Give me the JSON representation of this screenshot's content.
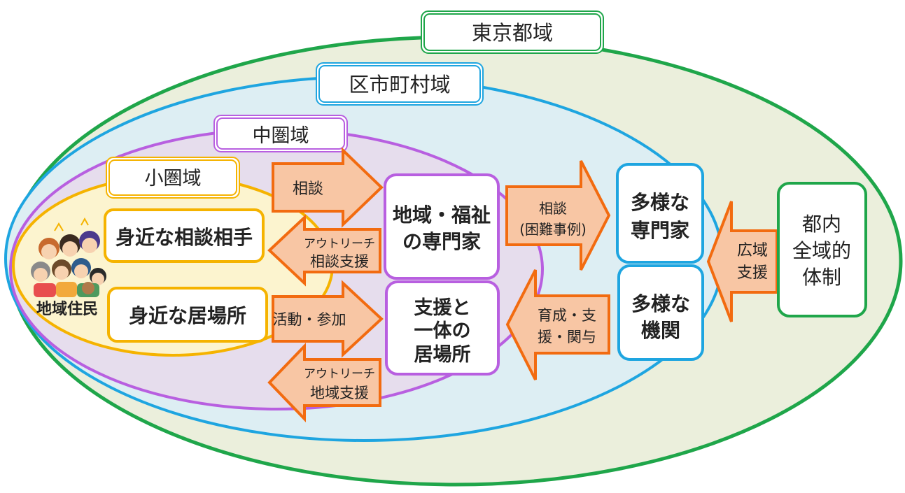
{
  "colors": {
    "tokyo": "#1FA64A",
    "tokyo_fill": "#EBEFDC",
    "city": "#1EA5E0",
    "city_fill": "#DDEEF3",
    "middle": "#B85FE0",
    "middle_fill": "#E6DDED",
    "small": "#F5B300",
    "small_fill": "#FCF4CF",
    "arrow_fill": "#F8C6A4",
    "arrow_stroke": "#F26B10"
  },
  "areas": {
    "tokyo": "東京都域",
    "city": "区市町村域",
    "middle": "中圏域",
    "small": "小圏域"
  },
  "residents": {
    "label": "地域住民",
    "icon": "crowd-of-people"
  },
  "boxes": {
    "consult_partner": "身近な相談相手",
    "place": "身近な居場所",
    "expert_line1": "地域・福祉",
    "expert_line2": "の専門家",
    "support_place_line1": "支援と",
    "support_place_line2": "一体の",
    "support_place_line3": "居場所",
    "diverse_experts_line1": "多様な",
    "diverse_experts_line2": "専門家",
    "diverse_orgs_line1": "多様な",
    "diverse_orgs_line2": "機関",
    "metro_line1": "都内",
    "metro_line2": "全域的",
    "metro_line3": "体制"
  },
  "arrows": {
    "consult": "相談",
    "outreach_consult_line1": "アウトリーチ",
    "outreach_consult_line2": "相談支援",
    "activity": "活動・参加",
    "outreach_community_line1": "アウトリーチ",
    "outreach_community_line2": "地域支援",
    "consult_difficult_line1": "相談",
    "consult_difficult_line2": "(困難事例)",
    "nurture_line1": "育成・支",
    "nurture_line2": "援・関与",
    "wide_support_line1": "広域",
    "wide_support_line2": "支援"
  }
}
